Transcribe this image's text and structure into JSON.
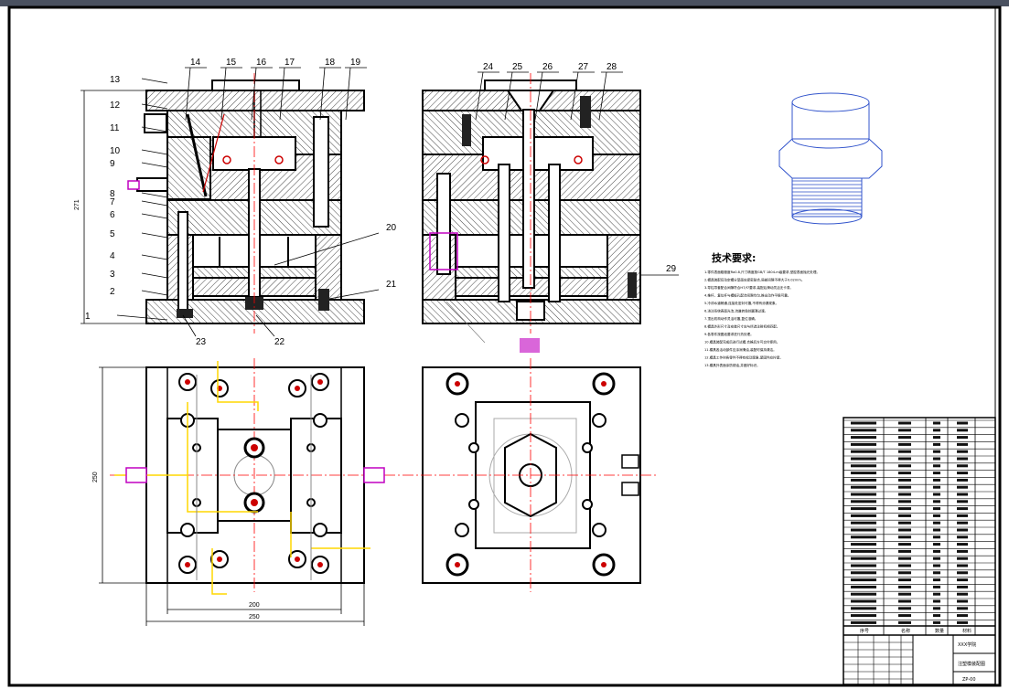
{
  "balloons_front": [
    "1",
    "2",
    "3",
    "4",
    "5",
    "6",
    "7",
    "8",
    "9",
    "10",
    "11",
    "12",
    "13",
    "14",
    "15",
    "16",
    "17",
    "18",
    "19",
    "20",
    "21",
    "22",
    "23"
  ],
  "balloons_side": [
    "24",
    "25",
    "26",
    "27",
    "28",
    "29"
  ],
  "dimensions": {
    "height_front": "271",
    "height_plan": "250",
    "width_inner": "200",
    "width_outer": "250"
  },
  "tech_requirements": {
    "heading": "技术要求:",
    "items": [
      "1.零件表面粗糙度Ra0.8,尺寸精度按GB/T 1804-m级要求,型腔表面抛光处理。",
      "2.模具装配后动定模分型面应紧密贴合,局部间隙不得大于0.02mm。",
      "3.导柱导套配合间隙符合H7/f7要求,装配后滑动灵活无卡滞。",
      "4.推杆、复位杆与模板孔配合间隙均匀,推出动作平稳可靠。",
      "5.冷却水道畅通,连接处密封可靠,不得有渗漏现象。",
      "6.浇注系统表面光洁,流道转角处圆滑过渡。",
      "7.顶出机构动作灵活可靠,复位准确。",
      "8.模具外形尺寸及安装尺寸应与所选注射机相匹配。",
      "9.各零件按图纸要求进行热处理。",
      "10.模具装配完成后进行试模,合格后方可交付使用。",
      "11.模具各活动部件应涂润滑油,装配时保持清洁。",
      "12.模具工作时各零件不得有松动现象,紧固件应拧紧。",
      "13.模具外表面涂防锈油,并做好标识。"
    ]
  },
  "title_block": {
    "header_seq": "序号",
    "header_name": "名称",
    "header_qty": "数量",
    "header_material": "材料",
    "school": "XXX学院",
    "drawing_title": "注塑模装配图",
    "drawing_no": "ZP-00"
  },
  "colors": {
    "line": "#000000",
    "centerline": "#ff0000",
    "water": "#ffd700",
    "water_tag": "#c000c0",
    "product": "#3355cc",
    "hatch": "#555555"
  }
}
